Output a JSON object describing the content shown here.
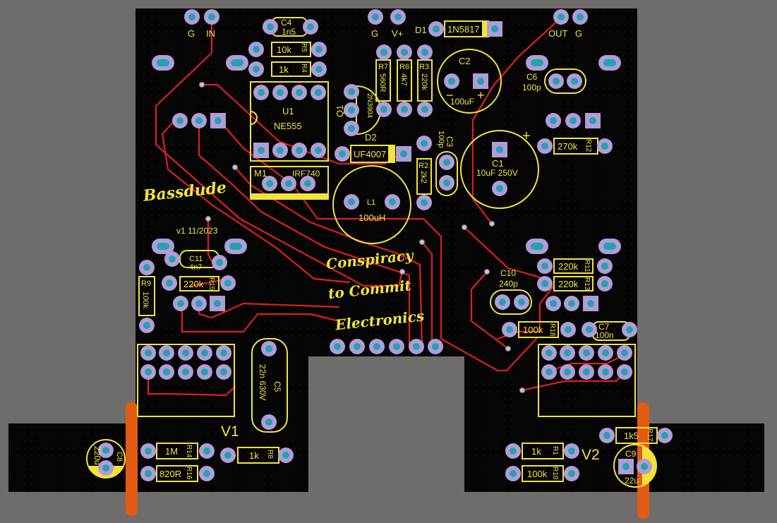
{
  "board": {
    "signature": "Bassdude",
    "version": "v1 11/2023",
    "slogan": [
      "Conspiracy",
      "to Commit",
      "Electronics"
    ]
  },
  "labels": [
    {
      "id": "lbl-g1",
      "text": "G"
    },
    {
      "id": "lbl-in",
      "text": "IN"
    },
    {
      "id": "lbl-g2",
      "text": "G"
    },
    {
      "id": "lbl-vplus",
      "text": "V+"
    },
    {
      "id": "lbl-out",
      "text": "OUT"
    },
    {
      "id": "lbl-g3",
      "text": "G"
    },
    {
      "id": "lbl-d1",
      "text": "D1"
    },
    {
      "id": "lbl-d2",
      "text": "D2"
    },
    {
      "id": "lbl-q1",
      "text": "Q1"
    },
    {
      "id": "lbl-m1",
      "text": "M1"
    },
    {
      "id": "lbl-u1",
      "text": "U1"
    },
    {
      "id": "lbl-c1",
      "text": "C1"
    },
    {
      "id": "lbl-c2",
      "text": "C2"
    },
    {
      "id": "lbl-c3",
      "text": "C3"
    },
    {
      "id": "lbl-c4",
      "text": "C4"
    },
    {
      "id": "lbl-c5",
      "text": "C5"
    },
    {
      "id": "lbl-c6",
      "text": "C6"
    },
    {
      "id": "lbl-c7",
      "text": "C7"
    },
    {
      "id": "lbl-c8",
      "text": "C8"
    },
    {
      "id": "lbl-c9",
      "text": "C9"
    },
    {
      "id": "lbl-c10",
      "text": "C10"
    },
    {
      "id": "lbl-c11",
      "text": "C11"
    },
    {
      "id": "lbl-l1",
      "text": "L1"
    },
    {
      "id": "lbl-v1",
      "text": "V1"
    },
    {
      "id": "lbl-v2",
      "text": "V2"
    },
    {
      "id": "lbl-r1",
      "text": "R1"
    },
    {
      "id": "lbl-r2",
      "text": "R2"
    },
    {
      "id": "lbl-r3",
      "text": "R3"
    },
    {
      "id": "lbl-r4",
      "text": "R4"
    },
    {
      "id": "lbl-r5",
      "text": "R5"
    },
    {
      "id": "lbl-r6",
      "text": "R6"
    },
    {
      "id": "lbl-r7",
      "text": "R7"
    },
    {
      "id": "lbl-r8",
      "text": "R8"
    },
    {
      "id": "lbl-r9",
      "text": "R9"
    },
    {
      "id": "lbl-r10",
      "text": "R10"
    },
    {
      "id": "lbl-r11",
      "text": "R11"
    },
    {
      "id": "lbl-r12",
      "text": "R12"
    },
    {
      "id": "lbl-r13",
      "text": "R13"
    },
    {
      "id": "lbl-r14",
      "text": "R14"
    },
    {
      "id": "lbl-r15",
      "text": "R15"
    },
    {
      "id": "lbl-r16",
      "text": "R16"
    },
    {
      "id": "lbl-r17",
      "text": "R17"
    },
    {
      "id": "lbl-r18",
      "text": "R18"
    }
  ],
  "values": [
    {
      "id": "val-c4",
      "text": "1n5"
    },
    {
      "id": "val-r5",
      "text": "10k"
    },
    {
      "id": "val-r4",
      "text": "1k"
    },
    {
      "id": "val-u1",
      "text": "NE555"
    },
    {
      "id": "val-q1",
      "text": "2N3904"
    },
    {
      "id": "val-m1",
      "text": "IRF740"
    },
    {
      "id": "val-d1",
      "text": "1N5817"
    },
    {
      "id": "val-d2",
      "text": "UF4007"
    },
    {
      "id": "val-r7",
      "text": "560R"
    },
    {
      "id": "val-r6",
      "text": "4k7"
    },
    {
      "id": "val-r3",
      "text": "220k"
    },
    {
      "id": "val-r2",
      "text": "2k2"
    },
    {
      "id": "val-c2",
      "text": "100uF"
    },
    {
      "id": "val-c3",
      "text": "100p"
    },
    {
      "id": "val-c1",
      "text": "10uF 250V"
    },
    {
      "id": "val-c6",
      "text": "100p"
    },
    {
      "id": "val-r12",
      "text": "270k"
    },
    {
      "id": "val-l1",
      "text": "100uH"
    },
    {
      "id": "val-r11",
      "text": "220k"
    },
    {
      "id": "val-r13",
      "text": "220k"
    },
    {
      "id": "val-c10",
      "text": "240p"
    },
    {
      "id": "val-r18",
      "text": "100k"
    },
    {
      "id": "val-c7",
      "text": "100n"
    },
    {
      "id": "val-c11",
      "text": "4n7"
    },
    {
      "id": "val-r15",
      "text": "220k"
    },
    {
      "id": "val-r9",
      "text": "100k"
    },
    {
      "id": "val-c5",
      "text": "22n 630V"
    },
    {
      "id": "val-c8",
      "text": "220u"
    },
    {
      "id": "val-r14",
      "text": "1M"
    },
    {
      "id": "val-r16",
      "text": "820R"
    },
    {
      "id": "val-r8",
      "text": "1k"
    },
    {
      "id": "val-r1",
      "text": "1k"
    },
    {
      "id": "val-r10",
      "text": "100k"
    },
    {
      "id": "val-r17",
      "text": "1k5"
    },
    {
      "id": "val-c9",
      "text": "22u"
    }
  ],
  "colors": {
    "background": "#6f6c6c",
    "board": "#050505",
    "silkscreen": "#f2e33a",
    "copper_trace": "#e01e1e",
    "pad": "#b19bd8",
    "drill": "#21a4aa",
    "lead": "#e35b12"
  }
}
